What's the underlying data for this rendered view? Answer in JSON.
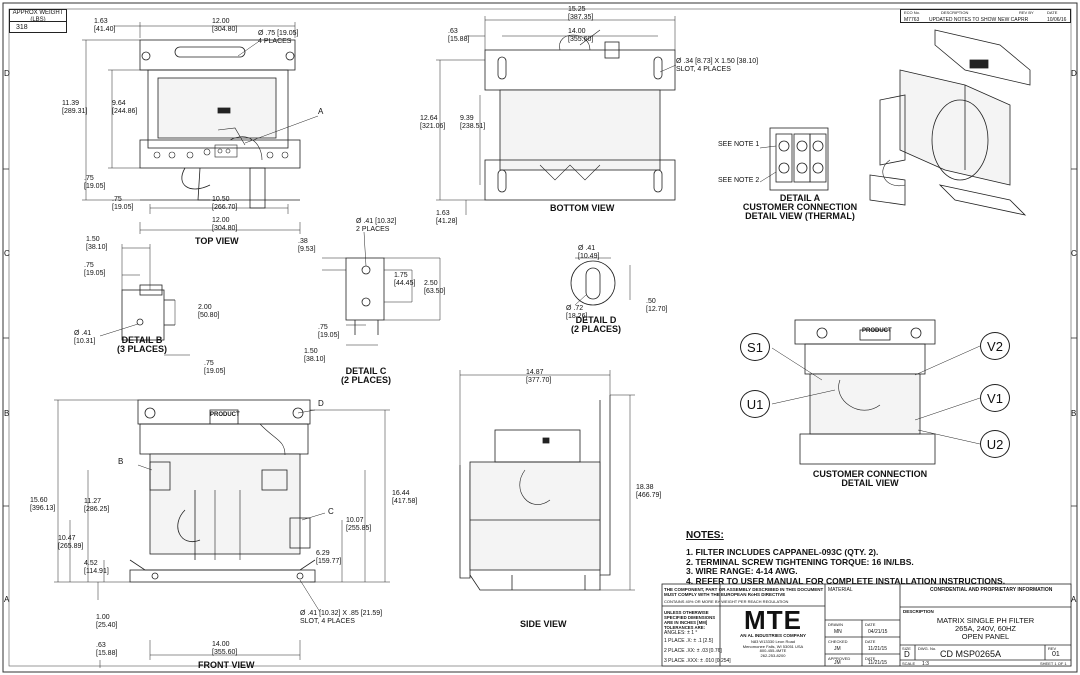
{
  "weight": {
    "header": "APPROX WEIGHT (LBS)",
    "value": "318"
  },
  "revision": {
    "headers": [
      "ECO No.",
      "DESCRIPTION",
      "REV BY",
      "DATE"
    ],
    "row": [
      "M7763",
      "UPDATED NOTES TO SHOW NEW CAP",
      "RR",
      "10/06/16"
    ]
  },
  "grid": {
    "rows": [
      "D",
      "C",
      "B",
      "A"
    ]
  },
  "views": {
    "top": "TOP VIEW",
    "bottom": "BOTTOM VIEW",
    "front": "FRONT VIEW",
    "side": "SIDE VIEW",
    "detail_a": [
      "DETAIL A",
      "CUSTOMER CONNECTION",
      "DETAIL VIEW (THERMAL)"
    ],
    "detail_b": [
      "DETAIL B",
      "(3 PLACES)"
    ],
    "detail_c": [
      "DETAIL C",
      "(2 PLACES)"
    ],
    "detail_d": [
      "DETAIL D",
      "(2 PLACES)"
    ],
    "customer": [
      "CUSTOMER CONNECTION",
      "DETAIL VIEW"
    ]
  },
  "markers": {
    "a": "A",
    "b": "B",
    "c": "C",
    "d": "D",
    "product": "PRODUCT"
  },
  "see_notes": [
    "SEE NOTE 1",
    "SEE NOTE 2"
  ],
  "terminals": [
    "S1",
    "U1",
    "V2",
    "V1",
    "U2"
  ],
  "dims": {
    "top_w1": [
      "1.63",
      "[41.40]"
    ],
    "top_w2": [
      "12.00",
      "[304.80]"
    ],
    "top_hole": [
      "Ø .75 [19.05]",
      "4 PLACES"
    ],
    "top_h1": [
      "11.39",
      "[289.31]"
    ],
    "top_h2": [
      "9.64",
      "[244.86]"
    ],
    "top_75a": [
      ".75",
      "[19.05]"
    ],
    "top_75b": [
      ".75",
      "[19.05]"
    ],
    "top_1050": [
      "10.50",
      "[266.70]"
    ],
    "top_1200b": [
      "12.00",
      "[304.80]"
    ],
    "bot_63": [
      ".63",
      "[15.88]"
    ],
    "bot_1525": [
      "15.25",
      "[387.35]"
    ],
    "bot_1400": [
      "14.00",
      "[355.60]"
    ],
    "bot_slot": [
      "Ø .34 [8.73] X 1.50 [38.10]",
      "SLOT, 4 PLACES"
    ],
    "bot_1264": [
      "12.64",
      "[321.06]"
    ],
    "bot_939": [
      "9.39",
      "[238.51]"
    ],
    "bot_163": [
      "1.63",
      "[41.28]"
    ],
    "db_150": [
      "1.50",
      "[38.10]"
    ],
    "db_75": [
      ".75",
      "[19.05]"
    ],
    "db_200": [
      "2.00",
      "[50.80]"
    ],
    "db_41": [
      "Ø .41",
      "[10.31]"
    ],
    "db_75b": [
      ".75",
      "[19.05]"
    ],
    "dc_41": [
      "Ø .41 [10.32]",
      "2 PLACES"
    ],
    "dc_38": [
      ".38",
      "[9.53]"
    ],
    "dc_175": [
      "1.75",
      "[44.45]"
    ],
    "dc_250": [
      "2.50",
      "[63.50]"
    ],
    "dc_75": [
      ".75",
      "[19.05]"
    ],
    "dc_150": [
      "1.50",
      "[38.10]"
    ],
    "dd_41": [
      "Ø .41",
      "[10.49]"
    ],
    "dd_72": [
      "Ø .72",
      "[18.26]"
    ],
    "dd_50": [
      ".50",
      "[12.70]"
    ],
    "fr_1560": [
      "15.60",
      "[396.13]"
    ],
    "fr_1127": [
      "11.27",
      "[286.25]"
    ],
    "fr_1047": [
      "10.47",
      "[265.89]"
    ],
    "fr_452": [
      "4.52",
      "[114.91]"
    ],
    "fr_100": [
      "1.00",
      "[25.40]"
    ],
    "fr_63": [
      ".63",
      "[15.88]"
    ],
    "fr_1400": [
      "14.00",
      "[355.60]"
    ],
    "fr_1644": [
      "16.44",
      "[417.58]"
    ],
    "fr_1007": [
      "10.07",
      "[255.85]"
    ],
    "fr_629": [
      "6.29",
      "[159.77]"
    ],
    "fr_slot": [
      "Ø .41 [10.32] X .85 [21.59]",
      "SLOT, 4 PLACES"
    ],
    "sd_1487": [
      "14.87",
      "[377.70]"
    ],
    "sd_1838": [
      "18.38",
      "[466.79]"
    ]
  },
  "notes": {
    "title": "NOTES:",
    "items": [
      "1.  FILTER INCLUDES CAPPANEL-093C (QTY. 2).",
      "2.  TERMINAL SCREW TIGHTENING TORQUE: 16 IN/LBS.",
      "3.  WIRE RANGE: 4-14 AWG.",
      "4.  REFER TO USER MANUAL FOR COMPLETE INSTALLATION INSTRUCTIONS."
    ]
  },
  "title_block": {
    "compliance": "THE COMPONENT, PART OR ASSEMBLY DESCRIBED IN THIS DOCUMENT MUST COMPLY WITH THE EUROPEAN RoHS DIRECTIVE",
    "contains": "CONTAINS 40% OR MORE BY WEIGHT PER REACH REGULATION",
    "tolerance_head": "UNLESS OTHERWISE SPECIFIED DIMENSIONS ARE IN INCHES [MM] TOLERANCES ARE:",
    "tolerances": [
      "ANGLES: ± 1 °",
      "1 PLACE .X: ± .1 [2.5]",
      "2 PLACE .XX: ± .03 [0.76]",
      "3 PLACE .XXX: ± .010 [0.254]"
    ],
    "material": "MATERIAL",
    "logo": "MTE",
    "logo_sub": "AN AL INDUSTRIES COMPANY",
    "address": [
      "N83 W13330 Leon Road",
      "Menomonee Falls, WI 53051 USA",
      "800-455-4MTE",
      "262-253-8200"
    ],
    "drawn": {
      "label": "DRAWN",
      "by": "MN",
      "date_label": "DATE",
      "date": "04/21/15"
    },
    "checked": {
      "label": "CHECKED",
      "by": "JM",
      "date_label": "DATE",
      "date": "11/21/15"
    },
    "approved": {
      "label": "APPROVED",
      "by": "JM",
      "date_label": "DATE",
      "date": "11/21/15"
    },
    "confidential": "CONFIDENTIAL AND PROPRIETARY INFORMATION",
    "description_label": "DESCRIPTION",
    "description": [
      "MATRIX SINGLE PH FILTER",
      "265A, 240V, 60HZ",
      "OPEN PANEL"
    ],
    "size_label": "SIZE",
    "size": "D",
    "dwg_label": "DWG. No.",
    "dwg": "CD MSP0265A",
    "rev_label": "REV",
    "rev": "01",
    "scale_label": "SCALE",
    "scale": "1:3",
    "sheet": "SHEET 1 OF 1"
  }
}
